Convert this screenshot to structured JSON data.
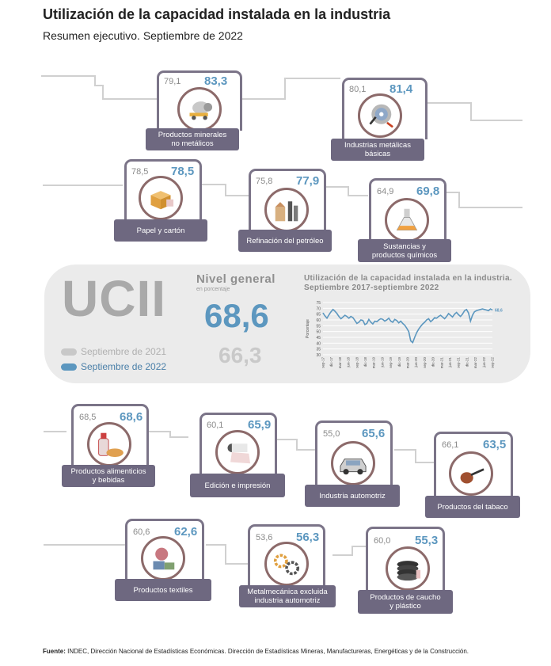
{
  "header": {
    "title": "Utilización de la capacidad instalada en la industria",
    "subtitle": "Resumen ejecutivo. Septiembre de 2022"
  },
  "cards": [
    {
      "name": "productos-minerales",
      "label": "Productos minerales\nno metálicos",
      "old": "79,1",
      "new": "83,3",
      "icon": "cement-mixer-icon"
    },
    {
      "name": "industrias-metalicas",
      "label": "Industrias metálicas\nbásicas",
      "old": "80,1",
      "new": "81,4",
      "icon": "steel-coil-icon"
    },
    {
      "name": "papel-carton",
      "label": "Papel y cartón",
      "old": "78,5",
      "new": "78,5",
      "icon": "cardboard-box-icon"
    },
    {
      "name": "refinacion-petroleo",
      "label": "Refinación del petróleo",
      "old": "75,8",
      "new": "77,9",
      "icon": "oil-refinery-icon"
    },
    {
      "name": "sustancias-quimicos",
      "label": "Sustancias y\nproductos químicos",
      "old": "64,9",
      "new": "69,8",
      "icon": "flask-icon"
    },
    {
      "name": "alimenticios-bebidas",
      "label": "Productos alimenticios\ny bebidas",
      "old": "68,5",
      "new": "68,6",
      "icon": "bottle-bread-icon"
    },
    {
      "name": "edicion-impresion",
      "label": "Edición e impresión",
      "old": "60,1",
      "new": "65,9",
      "icon": "paper-roll-icon"
    },
    {
      "name": "industria-automotriz",
      "label": "Industria automotriz",
      "old": "55,0",
      "new": "65,6",
      "icon": "car-icon"
    },
    {
      "name": "productos-tabaco",
      "label": "Productos del tabaco",
      "old": "66,1",
      "new": "63,5",
      "icon": "pipe-icon"
    },
    {
      "name": "productos-textiles",
      "label": "Productos textiles",
      "old": "60,6",
      "new": "62,6",
      "icon": "yarn-fabric-icon"
    },
    {
      "name": "metalmecanica",
      "label": "Metalmecánica excluida\nindustria automotriz",
      "old": "53,6",
      "new": "56,3",
      "icon": "gears-icon"
    },
    {
      "name": "caucho-plastico",
      "label": "Productos de caucho\ny plástico",
      "old": "60,0",
      "new": "55,3",
      "icon": "tires-icon"
    }
  ],
  "summary": {
    "ucii": "UCII",
    "nivel_label": "Nivel general",
    "porcentaje": "en porcentaje",
    "current": "68,6",
    "previous": "66,3",
    "legend_prev": "Septiembre de 2021",
    "legend_curr": "Septiembre de 2022",
    "color_prev": "#c8c8c8",
    "color_curr": "#5c97bf"
  },
  "chart_data": {
    "type": "line",
    "title": "Utilización de la capacidad instalada en la industria. Septiembre 2017-septiembre 2022",
    "ylabel": "Porcentaje",
    "ylim": [
      30,
      75
    ],
    "yticks": [
      30,
      35,
      40,
      45,
      50,
      55,
      60,
      65,
      70,
      75
    ],
    "grid": true,
    "end_label": "68,6",
    "xtick_labels": [
      "sep-17",
      "dic-17",
      "mar-18",
      "jun-18",
      "sep-18",
      "dic-18",
      "mar-19",
      "jun-19",
      "sep-19",
      "dic-19",
      "mar-20",
      "jun-20",
      "sep-20",
      "dic-20",
      "mar-21",
      "jun-21",
      "sep-21",
      "dic-21",
      "mar-22",
      "jun-22",
      "sep-22"
    ],
    "series": [
      {
        "values": [
          66.0,
          63.5,
          61.5,
          64.5,
          67.0,
          69.0,
          67.5,
          65.5,
          63.0,
          61.0,
          62.5,
          64.0,
          63.0,
          61.5,
          63.0,
          62.0,
          59.5,
          57.0,
          58.0,
          60.0,
          59.5,
          56.0,
          57.0,
          60.5,
          58.0,
          56.5,
          59.0,
          58.5,
          60.0,
          61.0,
          60.5,
          59.0,
          60.0,
          61.5,
          59.0,
          58.0,
          60.5,
          59.5,
          57.5,
          59.0,
          57.0,
          55.5,
          53.0,
          50.0,
          42.0,
          40.5,
          45.0,
          49.0,
          52.0,
          54.5,
          56.5,
          58.0,
          60.0,
          61.0,
          58.5,
          60.0,
          62.0,
          61.5,
          63.0,
          64.0,
          62.5,
          61.0,
          63.0,
          65.5,
          64.0,
          62.5,
          65.0,
          66.5,
          64.5,
          63.0,
          65.0,
          68.0,
          69.0,
          66.0,
          59.0,
          64.0,
          67.0,
          68.0,
          68.5,
          69.0,
          69.5,
          69.0,
          68.5,
          68.0,
          69.5,
          68.6
        ]
      }
    ]
  },
  "footer": {
    "label": "Fuente:",
    "text": " INDEC, Dirección Nacional de Estadísticas Económicas. Dirección de Estadísticas Mineras, Manufactureras, Energéticas y de la Construcción."
  }
}
